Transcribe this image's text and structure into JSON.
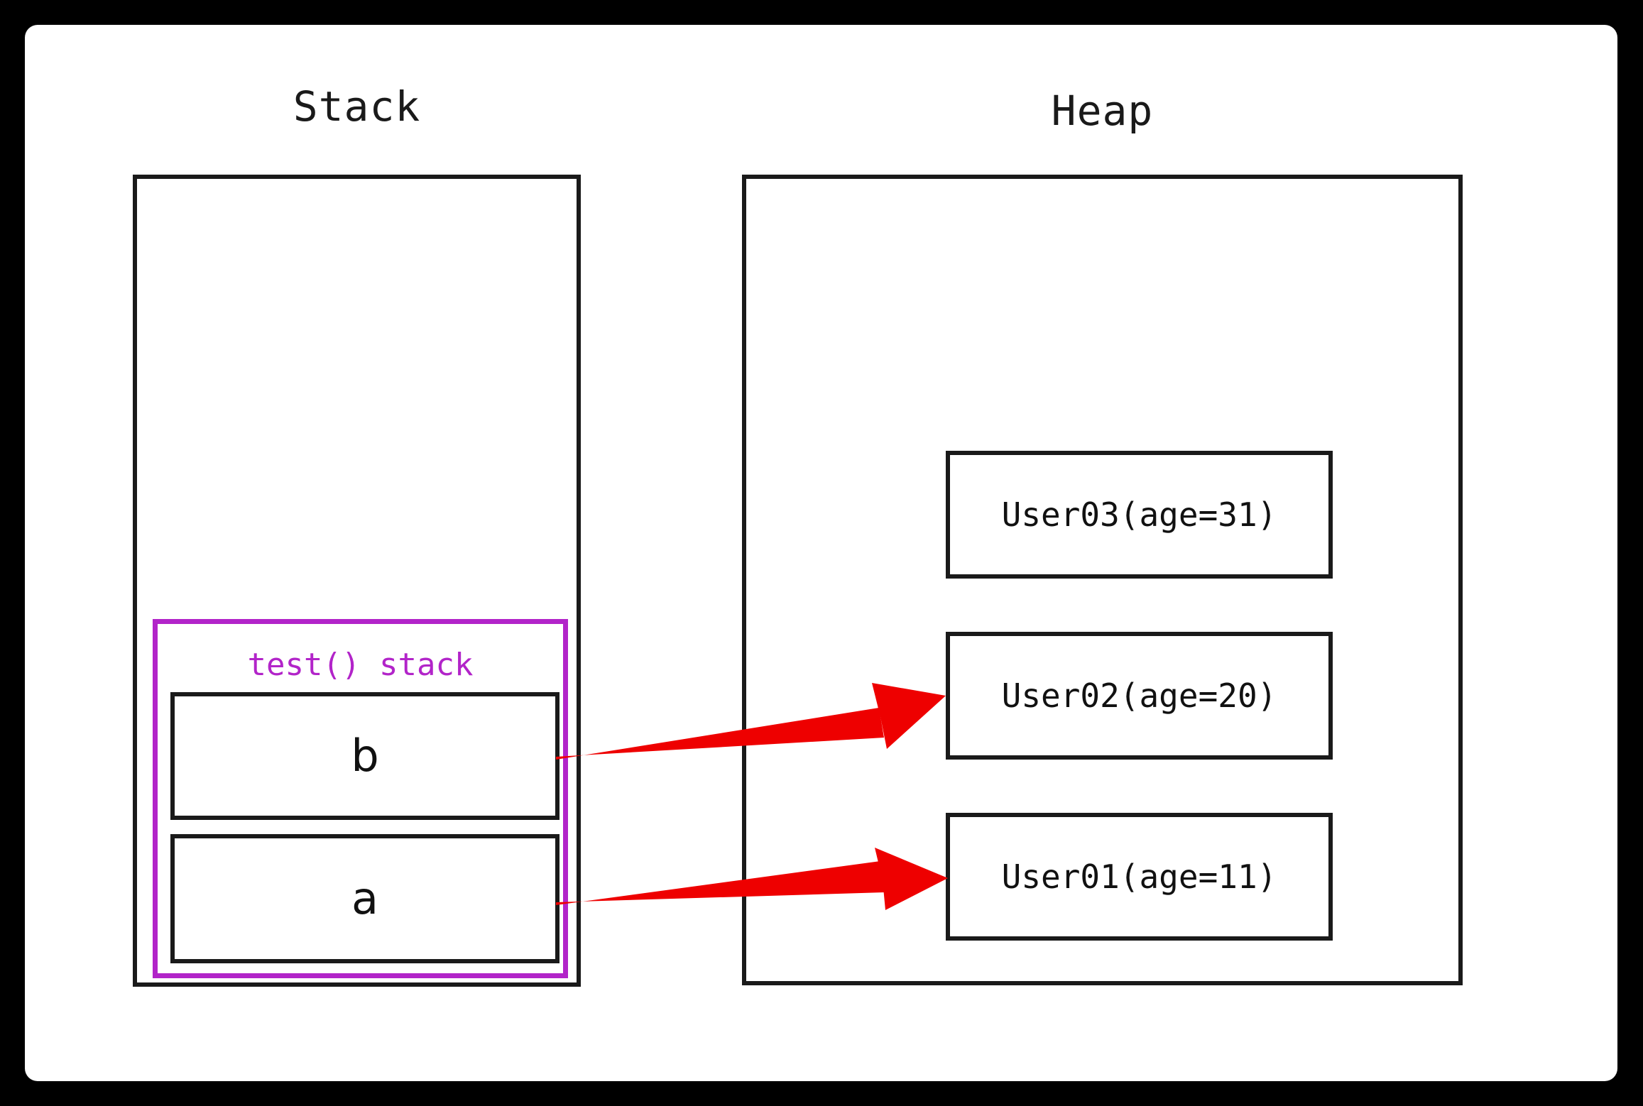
{
  "diagram": {
    "title_stack": "Stack",
    "title_heap": "Heap",
    "colors": {
      "background": "#000000",
      "card": "#ffffff",
      "outline": "#1a1a1a",
      "frame_accent": "#b224c9",
      "arrow": "#ee0000"
    }
  },
  "stack": {
    "label": "Stack",
    "frame": {
      "label": "test() stack",
      "slots": [
        {
          "name": "b",
          "label": "b"
        },
        {
          "name": "a",
          "label": "a"
        }
      ]
    }
  },
  "heap": {
    "label": "Heap",
    "objects": [
      {
        "name": "user03",
        "label": "User03(age=31)"
      },
      {
        "name": "user02",
        "label": "User02(age=20)"
      },
      {
        "name": "user01",
        "label": "User01(age=11)"
      }
    ]
  },
  "arrows": [
    {
      "name": "b-to-user02",
      "from": "b",
      "to": "User02(age=20)"
    },
    {
      "name": "a-to-user01",
      "from": "a",
      "to": "User01(age=11)"
    }
  ]
}
